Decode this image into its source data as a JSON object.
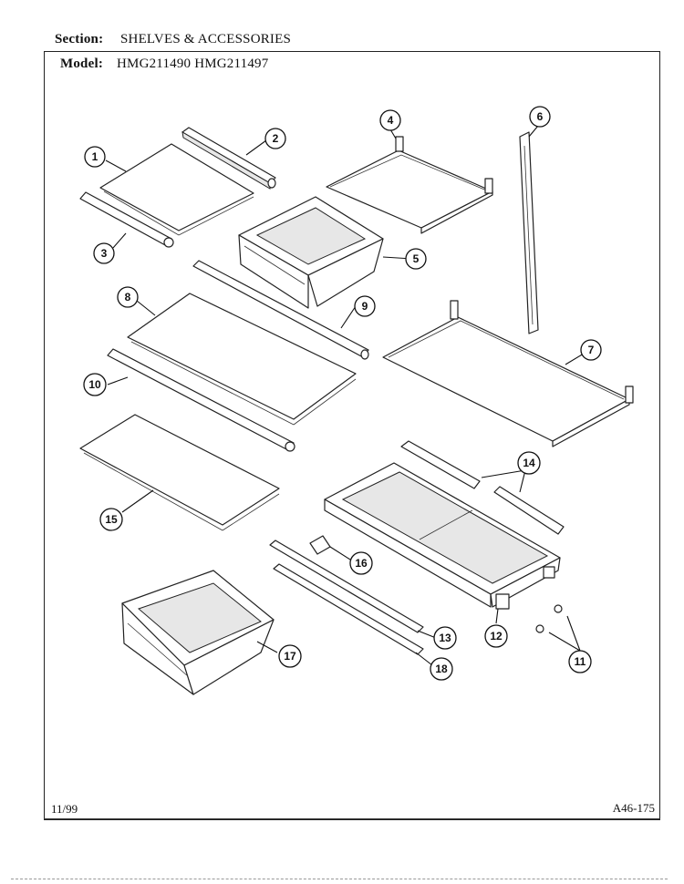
{
  "header": {
    "section_label": "Section:",
    "section_value": "SHELVES & ACCESSORIES",
    "model_label": "Model:",
    "model_value": "HMG211490 HMG211497"
  },
  "footer": {
    "date": "11/99",
    "code": "A46-175"
  },
  "callouts": [
    {
      "id": "c1",
      "text": "1"
    },
    {
      "id": "c2",
      "text": "2"
    },
    {
      "id": "c3",
      "text": "3"
    },
    {
      "id": "c4",
      "text": "4"
    },
    {
      "id": "c5",
      "text": "5"
    },
    {
      "id": "c6",
      "text": "6"
    },
    {
      "id": "c7",
      "text": "7"
    },
    {
      "id": "c8",
      "text": "8"
    },
    {
      "id": "c9",
      "text": "9"
    },
    {
      "id": "c10",
      "text": "10"
    },
    {
      "id": "c11",
      "text": "11"
    },
    {
      "id": "c12",
      "text": "12"
    },
    {
      "id": "c13",
      "text": "13"
    },
    {
      "id": "c14",
      "text": "14"
    },
    {
      "id": "c15",
      "text": "15"
    },
    {
      "id": "c16",
      "text": "16"
    },
    {
      "id": "c17",
      "text": "17"
    },
    {
      "id": "c18",
      "text": "18"
    }
  ]
}
